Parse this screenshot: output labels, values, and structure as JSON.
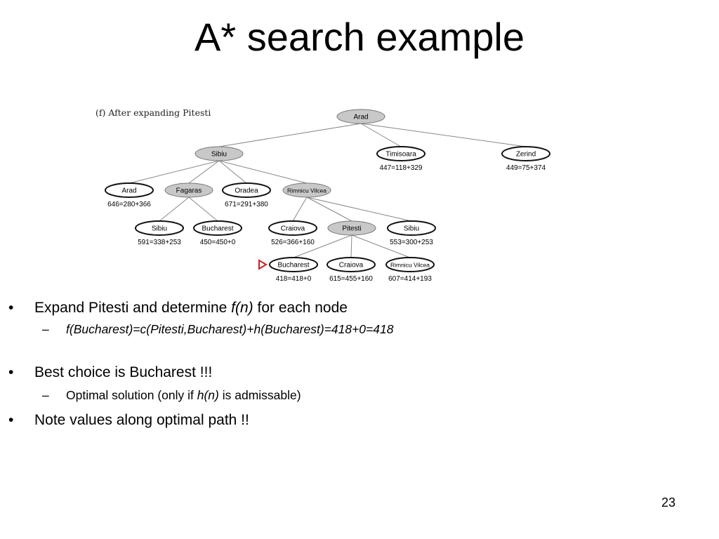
{
  "title": "A* search example",
  "figure": {
    "label": "(f) After expanding Pitesti",
    "nodes": [
      {
        "id": "n0",
        "name": "Arad",
        "score": "",
        "expanded": true
      },
      {
        "id": "n1",
        "name": "Sibiu",
        "score": "",
        "expanded": true
      },
      {
        "id": "n2",
        "name": "Timisoara",
        "score": "447=118+329",
        "expanded": false
      },
      {
        "id": "n3",
        "name": "Zerind",
        "score": "449=75+374",
        "expanded": false
      },
      {
        "id": "n4",
        "name": "Arad",
        "score": "646=280+366",
        "expanded": false
      },
      {
        "id": "n5",
        "name": "Fagaras",
        "score": "",
        "expanded": true
      },
      {
        "id": "n6",
        "name": "Oradea",
        "score": "671=291+380",
        "expanded": false
      },
      {
        "id": "n7",
        "name": "Rimnicu Vilcea",
        "score": "",
        "expanded": true
      },
      {
        "id": "n8",
        "name": "Sibiu",
        "score": "591=338+253",
        "expanded": false
      },
      {
        "id": "n9",
        "name": "Bucharest",
        "score": "450=450+0",
        "expanded": false
      },
      {
        "id": "n10",
        "name": "Craiova",
        "score": "526=366+160",
        "expanded": false
      },
      {
        "id": "n11",
        "name": "Pitesti",
        "score": "",
        "expanded": true
      },
      {
        "id": "n12",
        "name": "Sibiu",
        "score": "553=300+253",
        "expanded": false
      },
      {
        "id": "n13",
        "name": "Bucharest",
        "score": "418=418+0",
        "expanded": false,
        "marked": true
      },
      {
        "id": "n14",
        "name": "Craiova",
        "score": "615=455+160",
        "expanded": false
      },
      {
        "id": "n15",
        "name": "Rimnicu Vilcea",
        "score": "607=414+193",
        "expanded": false
      }
    ],
    "edges": [
      [
        "n0",
        "n1"
      ],
      [
        "n0",
        "n2"
      ],
      [
        "n0",
        "n3"
      ],
      [
        "n1",
        "n4"
      ],
      [
        "n1",
        "n5"
      ],
      [
        "n1",
        "n6"
      ],
      [
        "n1",
        "n7"
      ],
      [
        "n5",
        "n8"
      ],
      [
        "n5",
        "n9"
      ],
      [
        "n7",
        "n10"
      ],
      [
        "n7",
        "n11"
      ],
      [
        "n7",
        "n12"
      ],
      [
        "n11",
        "n13"
      ],
      [
        "n11",
        "n14"
      ],
      [
        "n11",
        "n15"
      ]
    ]
  },
  "bullets": {
    "b1": {
      "pre": "Expand Pitesti and determine ",
      "em": "f(n)",
      "post": " for each node"
    },
    "b1_sub": "f(Bucharest)=c(Pitesti,Bucharest)+h(Bucharest)=418+0=418",
    "b2": "Best choice is Bucharest !!!",
    "b2_sub": {
      "pre": "Optimal solution (only if ",
      "em": "h(n)",
      "post": " is admissable)"
    },
    "b3": "Note values along optimal path !!"
  },
  "bullet_symbol": "•",
  "dash_symbol": "–",
  "page_number": "23",
  "colors": {
    "expanded_fill": "#c8c8c8",
    "marker": "#cc2222"
  }
}
